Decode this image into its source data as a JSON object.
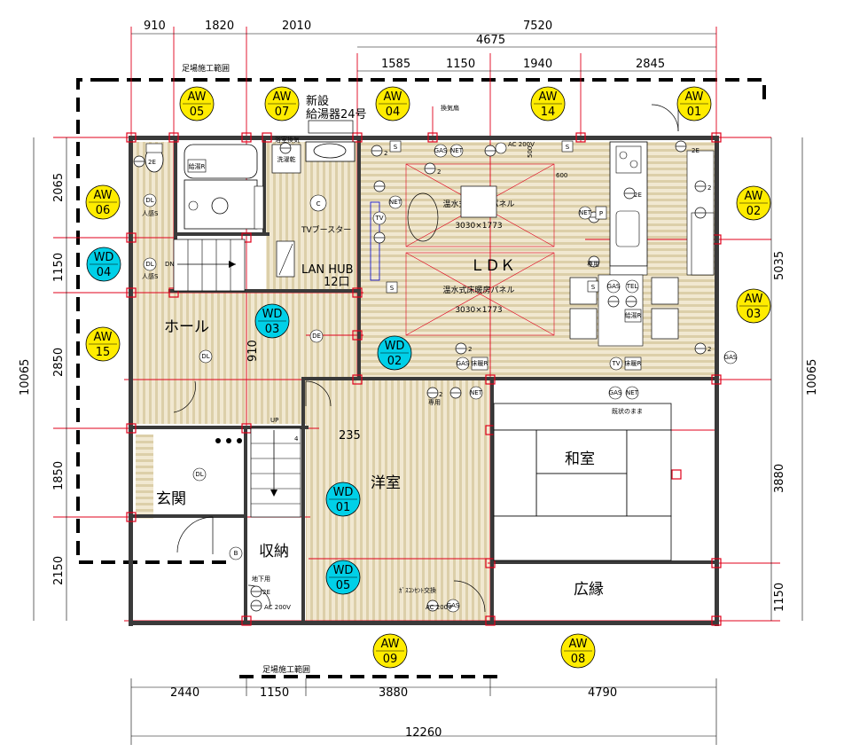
{
  "dimensions": {
    "top": [
      "910",
      "1820",
      "2010",
      "7520",
      "4675",
      "1585",
      "1150",
      "1940",
      "2845"
    ],
    "bottom": [
      "2440",
      "1150",
      "3880",
      "4790",
      "12260"
    ],
    "left": [
      "2065",
      "1150",
      "2850",
      "1850",
      "2150",
      "10065"
    ],
    "right": [
      "5035",
      "3880",
      "1150",
      "10065"
    ],
    "inner": [
      "910",
      "235",
      "600",
      "500"
    ]
  },
  "scaffold_label": "足場施工範囲",
  "water_heater": [
    "新設",
    "給湯器24号"
  ],
  "rooms": {
    "ldk": "ＬＤＫ",
    "hall": "ホール",
    "entrance": "玄関",
    "western": "洋室",
    "storage": "収納",
    "japanese": "和室",
    "engawa": "広縁"
  },
  "panels": [
    {
      "name": "温水式床暖房パネル",
      "size": "3030×1773"
    },
    {
      "name": "温水式床暖房パネル",
      "size": "3030×1773"
    }
  ],
  "lan_hub": [
    "LAN HUB",
    "12口"
  ],
  "tv_booster": "TVブースター",
  "vent_label": "換気扇",
  "existing_note": "既状のまま",
  "stair_up": "UP",
  "stair_dn": "DN",
  "aw_markers": [
    {
      "code": "AW",
      "num": "05"
    },
    {
      "code": "AW",
      "num": "07"
    },
    {
      "code": "AW",
      "num": "04"
    },
    {
      "code": "AW",
      "num": "14"
    },
    {
      "code": "AW",
      "num": "01"
    },
    {
      "code": "AW",
      "num": "06"
    },
    {
      "code": "AW",
      "num": "02"
    },
    {
      "code": "AW",
      "num": "03"
    },
    {
      "code": "AW",
      "num": "15"
    },
    {
      "code": "AW",
      "num": "09"
    },
    {
      "code": "AW",
      "num": "08"
    }
  ],
  "wd_markers": [
    {
      "code": "WD",
      "num": "04"
    },
    {
      "code": "WD",
      "num": "03"
    },
    {
      "code": "WD",
      "num": "02"
    },
    {
      "code": "WD",
      "num": "01"
    },
    {
      "code": "WD",
      "num": "05"
    }
  ],
  "symbols": {
    "gas": "GAS",
    "net": "NET",
    "tel": "TEL",
    "tv": "TV",
    "s": "S",
    "p": "P",
    "c": "C",
    "dl": "DL",
    "de": "DE",
    "b": "B",
    "ac200": "AC 200V",
    "num2": "2",
    "num4": "4",
    "e2": "2E",
    "dedicated": "専用",
    "floor_remote": "床暖R",
    "bath_remote": "給湯R",
    "human_sensor": "人感S",
    "gas_tap": "ｶﾞｽｺﾝｾﾝﾄ交換",
    "underfloor": "地下用",
    "bath_vent": "浴室換気",
    "wash_dryer": "洗濯乾"
  },
  "colors": {
    "grid": "#e0001b",
    "aw_fill": "#ffec00",
    "wd_fill": "#00d0e8",
    "floor_light": "#ede3c9",
    "floor_dark": "#d9caa3"
  }
}
